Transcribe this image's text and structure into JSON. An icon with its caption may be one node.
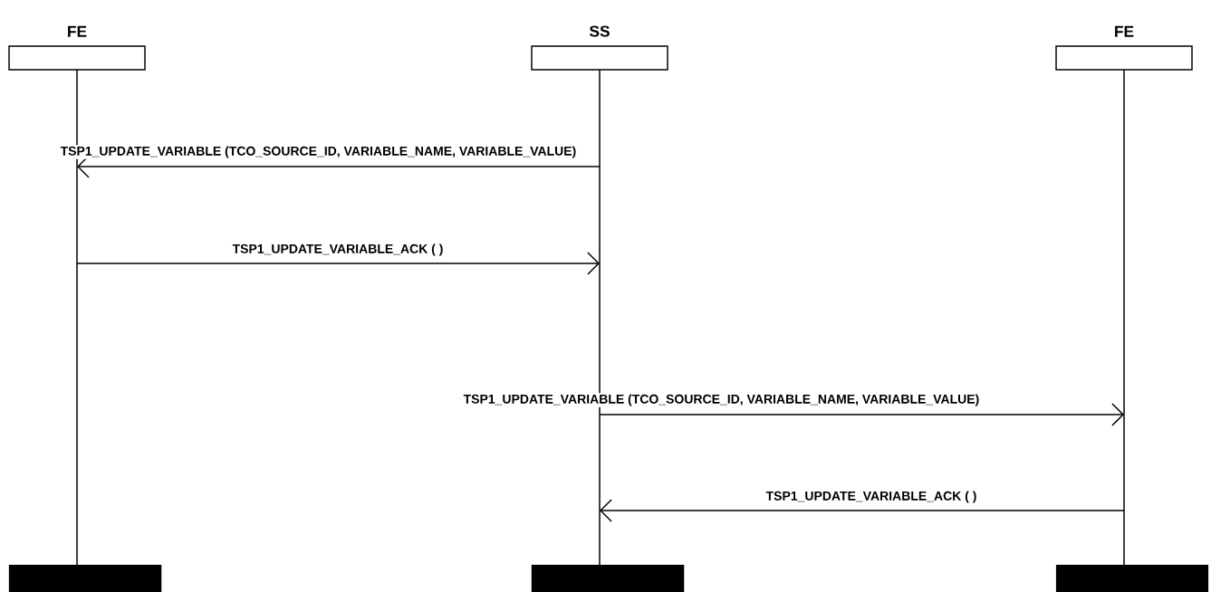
{
  "diagram": {
    "nodes": [
      {
        "text": [
          "FE"
        ]
      },
      {
        "text": [
          "SS"
        ]
      },
      {
        "text": [
          "FE"
        ]
      },
      {
        "text": [],
        "shape": "line"
      },
      {
        "text": [],
        "shape": "line"
      },
      {
        "text": [],
        "shape": "line"
      },
      {
        "text": [],
        "shape": "bar"
      },
      {
        "text": [],
        "shape": "bar"
      },
      {
        "text": [],
        "shape": "bar"
      }
    ],
    "edges": [
      {
        "from": 4,
        "to": 3,
        "arrow": "to",
        "label": "TSP1_UPDATE_VARIABLE (TCO_SOURCE_ID, VARIABLE_NAME, VARIABLE_VALUE)"
      },
      {
        "from": 3,
        "to": 4,
        "arrow": "to",
        "label": "TSP1_UPDATE_VARIABLE_ACK ( )"
      },
      {
        "from": 4,
        "to": 5,
        "arrow": "to",
        "label": "TSP1_UPDATE_VARIABLE (TCO_SOURCE_ID, VARIABLE_NAME, VARIABLE_VALUE)"
      },
      {
        "from": 5,
        "to": 4,
        "arrow": "to",
        "label": "TSP1_UPDATE_VARIABLE_ACK ( )"
      }
    ]
  }
}
